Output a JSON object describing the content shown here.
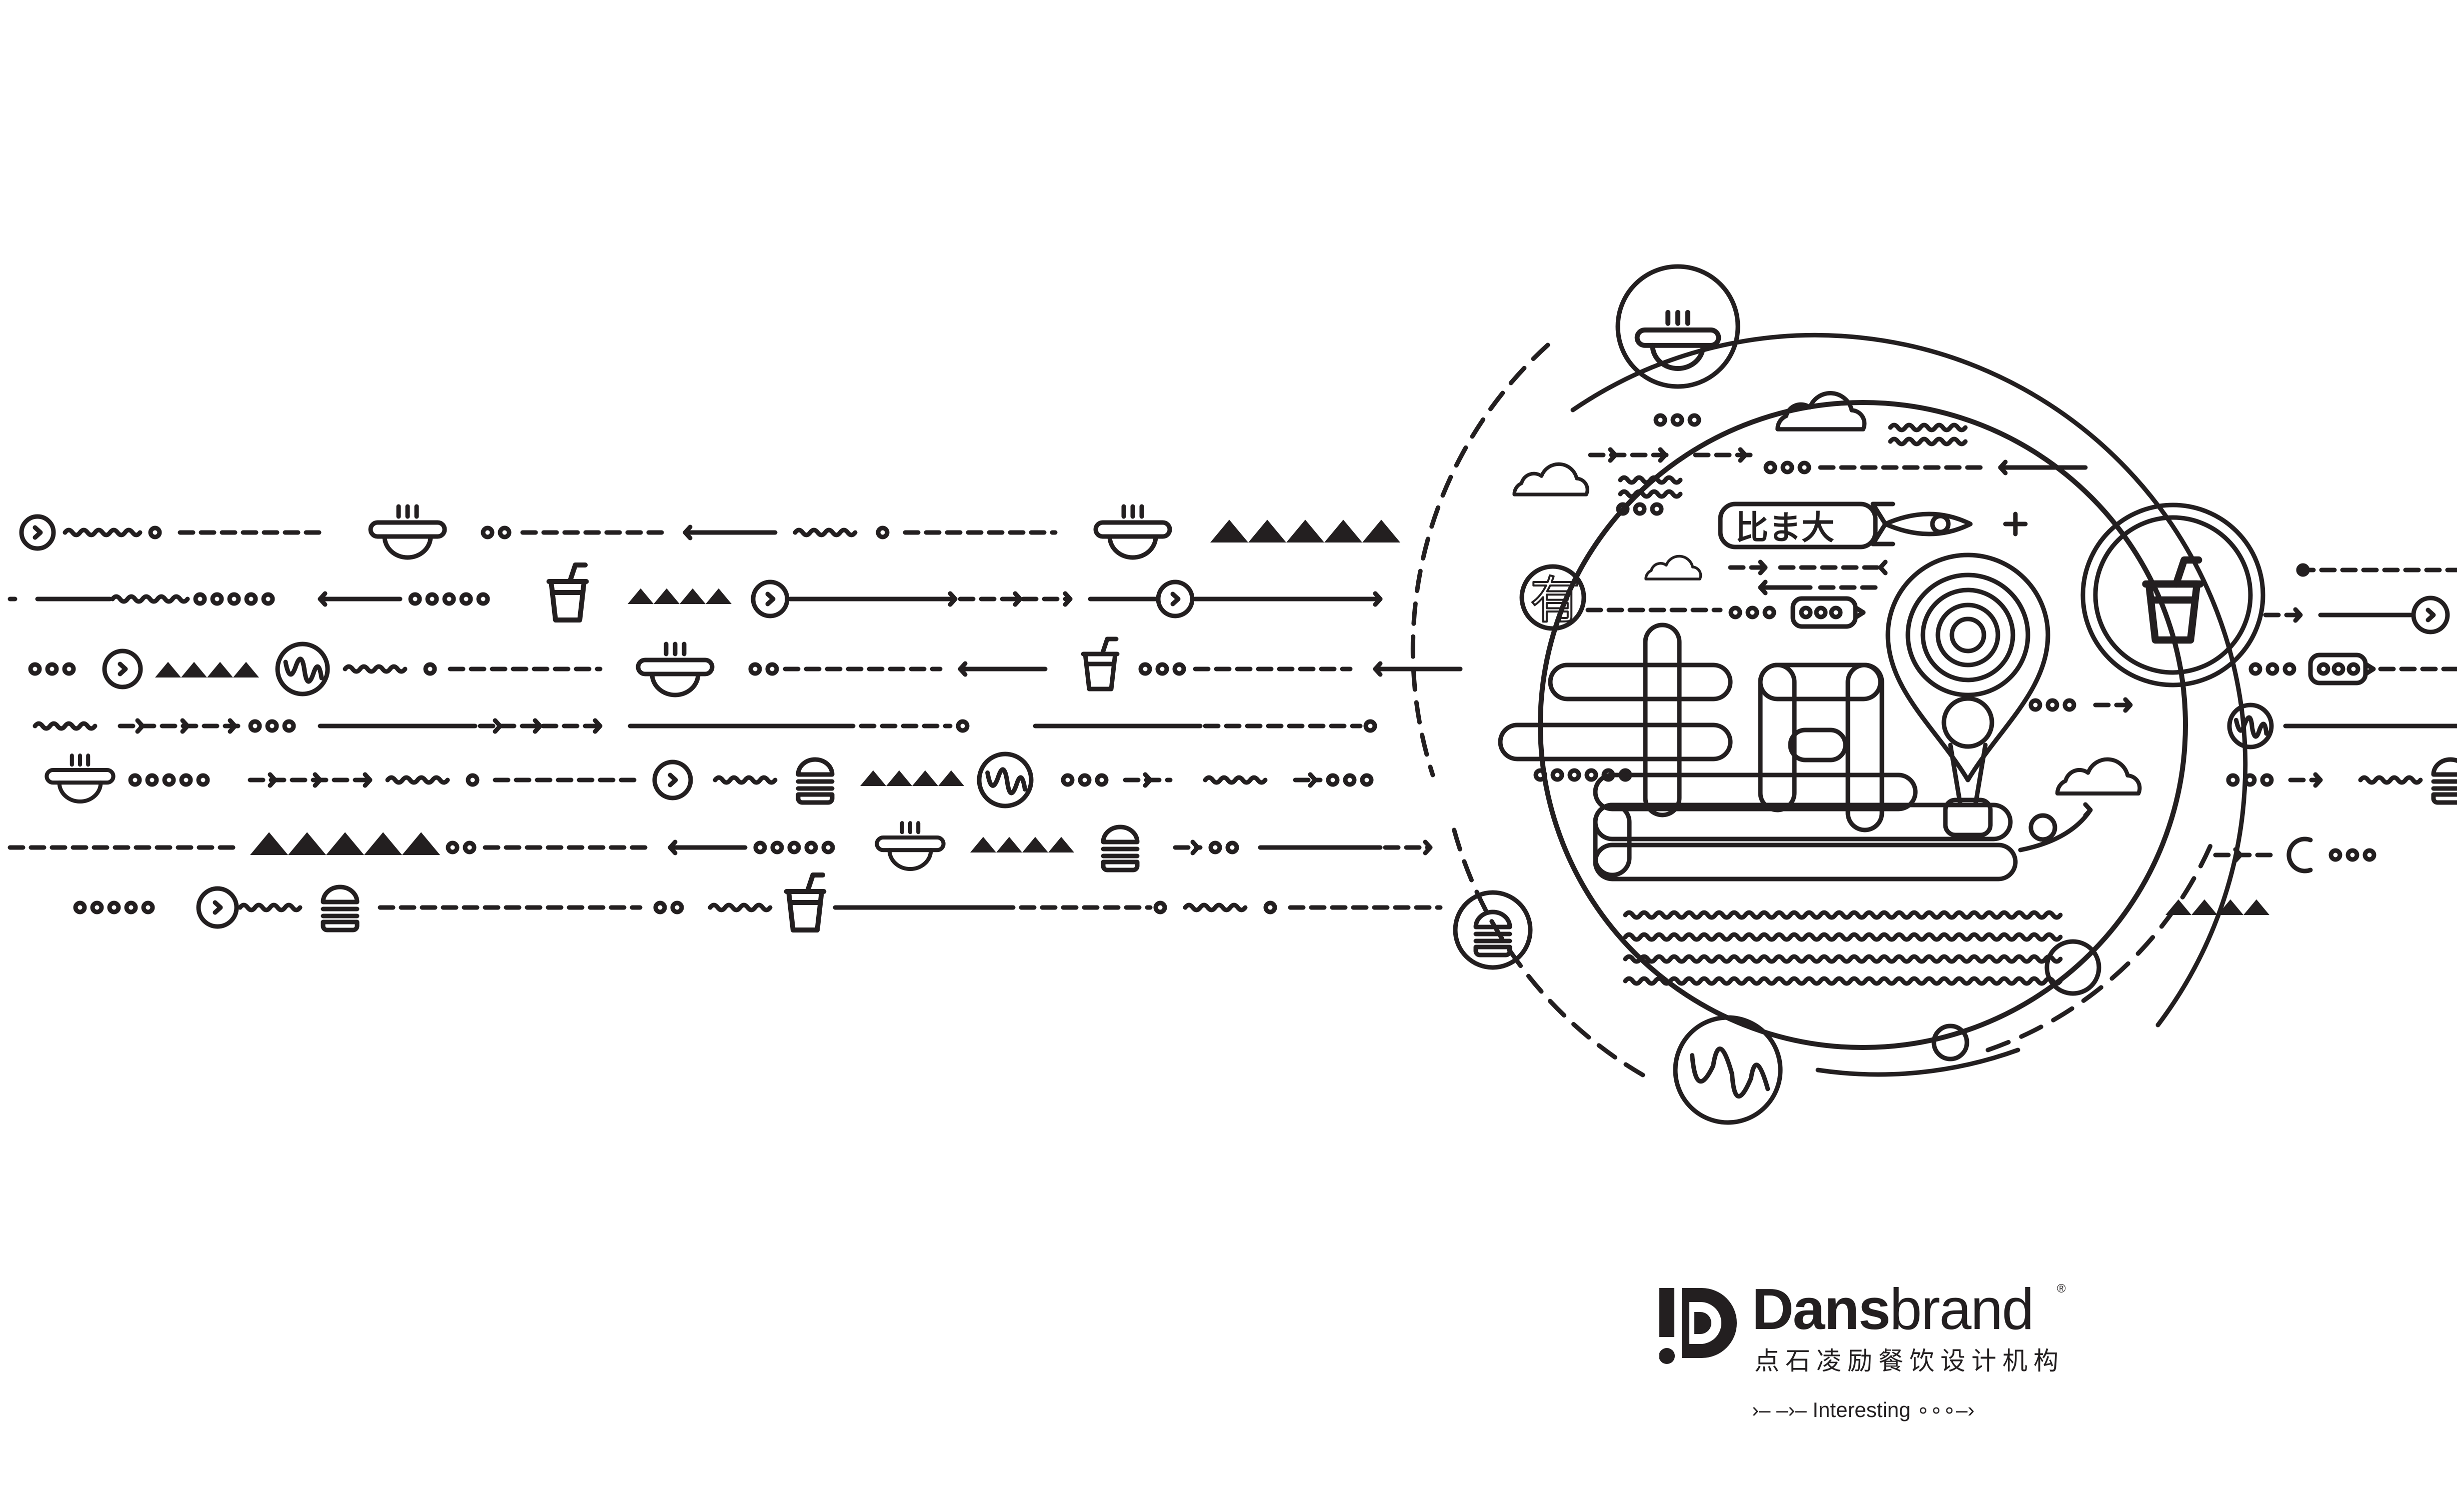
{
  "colors": {
    "background": "#ffffff",
    "line": "#231f20"
  },
  "illustration": {
    "glyph_you": "有",
    "glyph_qu": "趣",
    "sign_text": "比ま大",
    "icons": [
      "bowl-icon",
      "cup-icon",
      "burger-icon",
      "play-icon",
      "cloud-icon",
      "rocket-icon",
      "map-pin-icon",
      "chat-bubble-icon",
      "wave-icon",
      "mountain-icon"
    ]
  },
  "brand": {
    "name_bold": "Dans",
    "name_light": "brand",
    "registered": "®",
    "chinese_name": "点石凌励餐饮设计机构",
    "tagline_prefix": "›– –›–",
    "tagline": "Interesting",
    "tagline_suffix": "∘∘∘–›"
  }
}
